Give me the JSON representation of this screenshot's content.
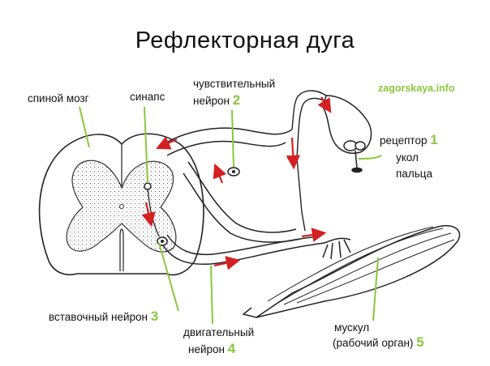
{
  "title": "Рефлекторная дуга",
  "watermark": "zagorskaya.info",
  "labels": {
    "spinal_cord": "спиной мозг",
    "synapse": "синапс",
    "sensory_neuron_l1": "чувствительный",
    "sensory_neuron_l2": "нейрон",
    "sensory_neuron_num": "2",
    "receptor_l1": "рецептор",
    "receptor_num": "1",
    "receptor_l2": "укол",
    "receptor_l3": "пальца",
    "interneuron": "вставочный нейрон",
    "interneuron_num": "3",
    "motor_neuron_l1": "двигательный",
    "motor_neuron_l2": "нейрон",
    "motor_neuron_num": "4",
    "muscle_l1": "мускул",
    "muscle_l2": "(рабочий орган)",
    "muscle_num": "5"
  },
  "colors": {
    "pointer_line": "#8cc63f",
    "impulse_arrow": "#d42020",
    "outline": "#222222"
  }
}
